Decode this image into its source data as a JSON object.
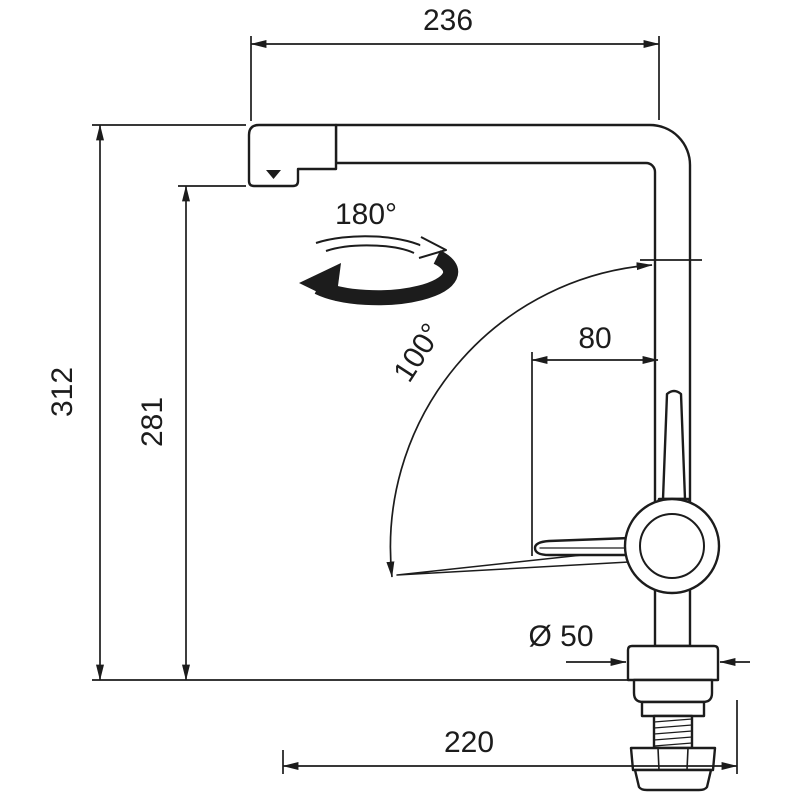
{
  "drawing": {
    "labels": {
      "width_top": "236",
      "height_total": "312",
      "height_spout": "281",
      "swivel_angle": "180°",
      "lever_angle": "100°",
      "lever_reach": "80",
      "base_diameter": "Ø 50",
      "base_depth": "220"
    },
    "line_color": "#1c1c1c",
    "background_color": "#ffffff"
  }
}
